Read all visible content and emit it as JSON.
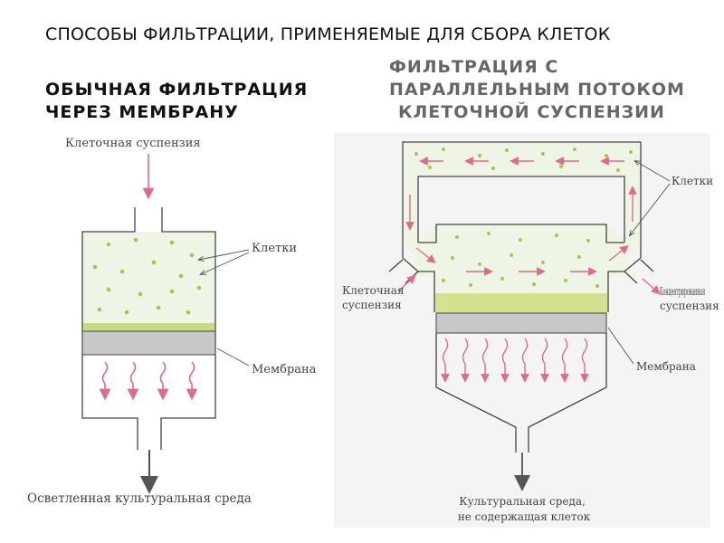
{
  "slide": {
    "title": "СПОСОБЫ ФИЛЬТРАЦИИ, ПРИМЕНЯЕМЫЕ ДЛЯ СБОРА КЛЕТОК",
    "left_heading": [
      "ОБЫЧНАЯ ФИЛЬТРАЦИЯ",
      "ЧЕРЕЗ МЕМБРАНУ"
    ],
    "right_heading": [
      "ФИЛЬТРАЦИЯ С",
      "ПАРАЛЛЕЛЬНЫМ ПОТОКОМ",
      "КЛЕТОЧНОЙ СУСПЕНЗИИ"
    ]
  },
  "left_diagram": {
    "input_label": "Клеточная суспензия",
    "cells_label": "Клетки",
    "membrane_label": "Мембрана",
    "output_label": "Осветленная культуральная среда"
  },
  "right_diagram": {
    "cells_label": "Клетки",
    "input_label": [
      "Клеточная",
      "суспензия"
    ],
    "concentrate_label": [
      "Концентрированная",
      "суспензия"
    ],
    "membrane_label": "Мембрана",
    "output_label": [
      "Культуральная среда,",
      "не содержащая клеток"
    ]
  },
  "colors": {
    "cell": "#a8c64e",
    "arrow_pink": "#e06a8c",
    "membrane": "#c8c8c8",
    "chamber_tint": "#eef5e4"
  }
}
